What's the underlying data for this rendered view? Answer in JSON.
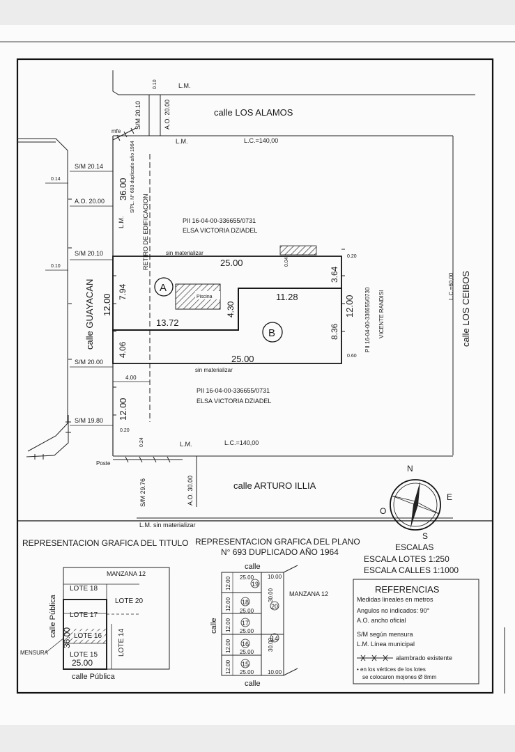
{
  "streets": {
    "alamos": "calle LOS ALAMOS",
    "ceibos": "calle LOS CEIBOS",
    "guayacan": "calle GUAYACAN",
    "illia": "calle ARTURO ILLIA"
  },
  "labels": {
    "lm": "L.M.",
    "lc_top": "L.C.=140,00",
    "lc_bottom": "L.C.=140,00",
    "lc_right": "L.C.=60,00",
    "sm_top": "S/M 20.10",
    "ao_top": "A.O. 20.00",
    "mfe": "mfe",
    "sm_2014": "S/M 20.14",
    "ao_2000": "A.O. 20.00",
    "sm_2010": "S/M 20.10",
    "sm_2000": "S/M 20.00",
    "sm_1980": "S/M 19.80",
    "sm_bottom": "S/M 29.76",
    "ao_bottom": "A.O. 30.00",
    "poste": "Poste",
    "small_010_top": "0.10",
    "small_014": "0.14",
    "small_010_left": "0.10",
    "small_020_right": "0.20",
    "small_004": "0.04",
    "small_060": "0.60",
    "small_020_bottom": "0.20",
    "small_024": "0.24",
    "small_400": "4.00",
    "dim_3600": "36.00",
    "spl_note": "S/PL. N° 693 duplicado año 1964",
    "retiro": "RETIRO DE EDIFICACION",
    "sin_mat": "sin materializar",
    "lm_sin_mat": "L.M. sin materializar",
    "lot_a": "A",
    "lot_b": "B",
    "piscina": "Piscina",
    "d_2500_top": "25.00",
    "d_364": "3.64",
    "d_794": "7.94",
    "d_1200_left": "12.00",
    "d_430": "4.30",
    "d_1128": "11.28",
    "d_1372": "13.72",
    "d_1200_right": "12.00",
    "d_836": "8.36",
    "d_406": "4.06",
    "d_2500_bottom": "25.00",
    "d_1200_lower": "12.00",
    "owner_top_pii": "PII 16-04-00-336655/0731",
    "owner_top_name": "ELSA VICTORIA DZIADEL",
    "owner_bottom_pii": "PII 16-04-00-336655/0731",
    "owner_bottom_name": "ELSA VICTORIA DZIADEL",
    "owner_right_pii": "PII 16-04-00-336655/0730",
    "owner_right_name": "VICENTE RANDISI"
  },
  "compass": {
    "n": "N",
    "s": "S",
    "e": "E",
    "o": "O"
  },
  "scales": {
    "title": "ESCALAS",
    "lotes": "ESCALA LOTES 1:250",
    "calles": "ESCALA CALLES 1:1000"
  },
  "titulo": {
    "heading": "REPRESENTACION GRAFICA DEL TITULO",
    "manzana": "MANZANA 12",
    "lote18": "LOTE 18",
    "lote20": "LOTE 20",
    "lote17": "LOTE 17",
    "lote16": "LOTE 16",
    "lote15": "LOTE 15",
    "lote14": "LOTE 14",
    "dim_36": "36.00",
    "dim_25": "25.00",
    "calle_publica_left": "calle Pública",
    "calle_publica_bottom": "calle Pública",
    "mensura": "MENSURA"
  },
  "plano": {
    "heading": "REPRESENTACION GRAFICA DEL PLANO",
    "subheading": "N° 693 DUPLICADO AÑO 1964",
    "calle_top": "calle",
    "calle_left": "calle",
    "calle_bottom": "calle",
    "manzana": "MANZANA 12",
    "d_25_1": "25.00",
    "d_25_2": "25.00",
    "d_25_3": "25.00",
    "d_25_4": "25.00",
    "d_25_5": "25.00",
    "d_10_top": "10.00",
    "d_10_bottom": "10.00",
    "d_30_top": "30.00",
    "d_30_bottom": "30.00",
    "d_12_1": "12.00",
    "d_12_2": "12.00",
    "d_12_3": "12.00",
    "d_12_4": "12.00",
    "d_12_5": "12.00",
    "n19": "19",
    "n18": "18",
    "n17": "17",
    "n16": "16",
    "n15": "15",
    "n20": "20",
    "n14": "14"
  },
  "referencias": {
    "title": "REFERENCIAS",
    "r1": "Medidas lineales en metros",
    "r2": "Angulos no indicados: 90°",
    "r3": "A.O. ancho oficial",
    "r4": "S/M según mensura",
    "r5": "L.M. Línea municipal",
    "r6": "alambrado existente",
    "r7a": "• en los vértices de los lotes",
    "r7b": "se colocaron mojones Ø 8mm"
  }
}
